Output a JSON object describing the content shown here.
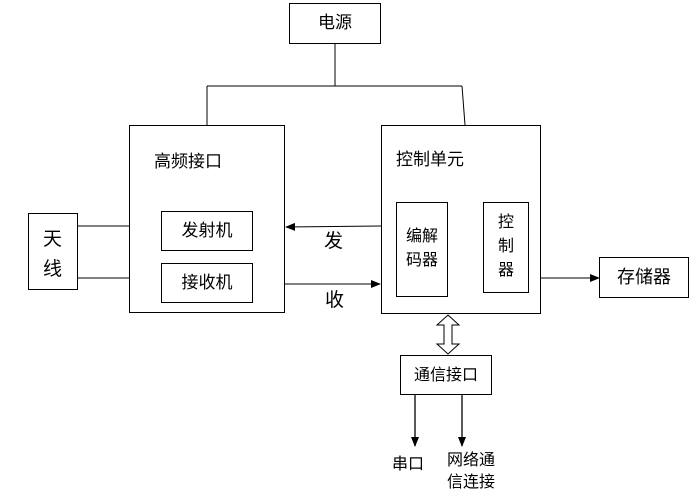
{
  "blocks": {
    "power": "电源",
    "rf_interface": "高频接口",
    "transmitter": "发射机",
    "receiver": "接收机",
    "antenna_line1": "天",
    "antenna_line2": "线",
    "control_unit": "控制单元",
    "codec_line1": "编解",
    "codec_line2": "码器",
    "controller_line1": "控",
    "controller_line2": "制",
    "controller_line3": "器",
    "storage": "存储器",
    "comm_interface": "通信接口"
  },
  "signals": {
    "send": "发",
    "receive": "收"
  },
  "ports": {
    "serial": "串口",
    "network_line1": "网络通",
    "network_line2": "信连接"
  }
}
